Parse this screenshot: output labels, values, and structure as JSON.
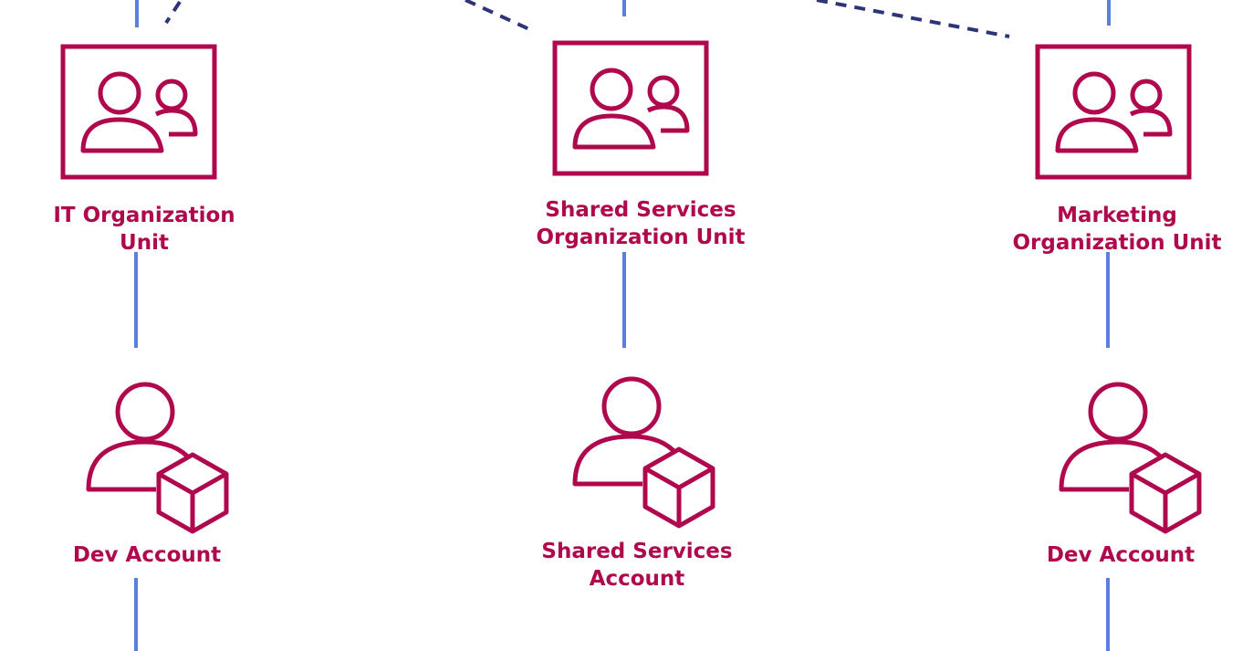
{
  "colors": {
    "accent": "#b0084d",
    "solid_connector": "#5a7fe0",
    "dashed_connector": "#2e3478",
    "background": "#ffffff"
  },
  "org_units": [
    {
      "name": "it-organization-unit",
      "icon": "organization-unit-icon",
      "label_lines": [
        "IT Organization",
        "Unit"
      ]
    },
    {
      "name": "shared-services-organization-unit",
      "icon": "organization-unit-icon",
      "label_lines": [
        "Shared Services",
        "Organization Unit"
      ]
    },
    {
      "name": "marketing-organization-unit",
      "icon": "organization-unit-icon",
      "label_lines": [
        "Marketing",
        "Organization Unit"
      ]
    }
  ],
  "accounts": [
    {
      "name": "it-dev-account",
      "icon": "account-icon",
      "label_lines": [
        "Dev Account"
      ]
    },
    {
      "name": "shared-services-account",
      "icon": "account-icon",
      "label_lines": [
        "Shared Services",
        "Account"
      ]
    },
    {
      "name": "marketing-dev-account",
      "icon": "account-icon",
      "label_lines": [
        "Dev Account"
      ]
    }
  ]
}
